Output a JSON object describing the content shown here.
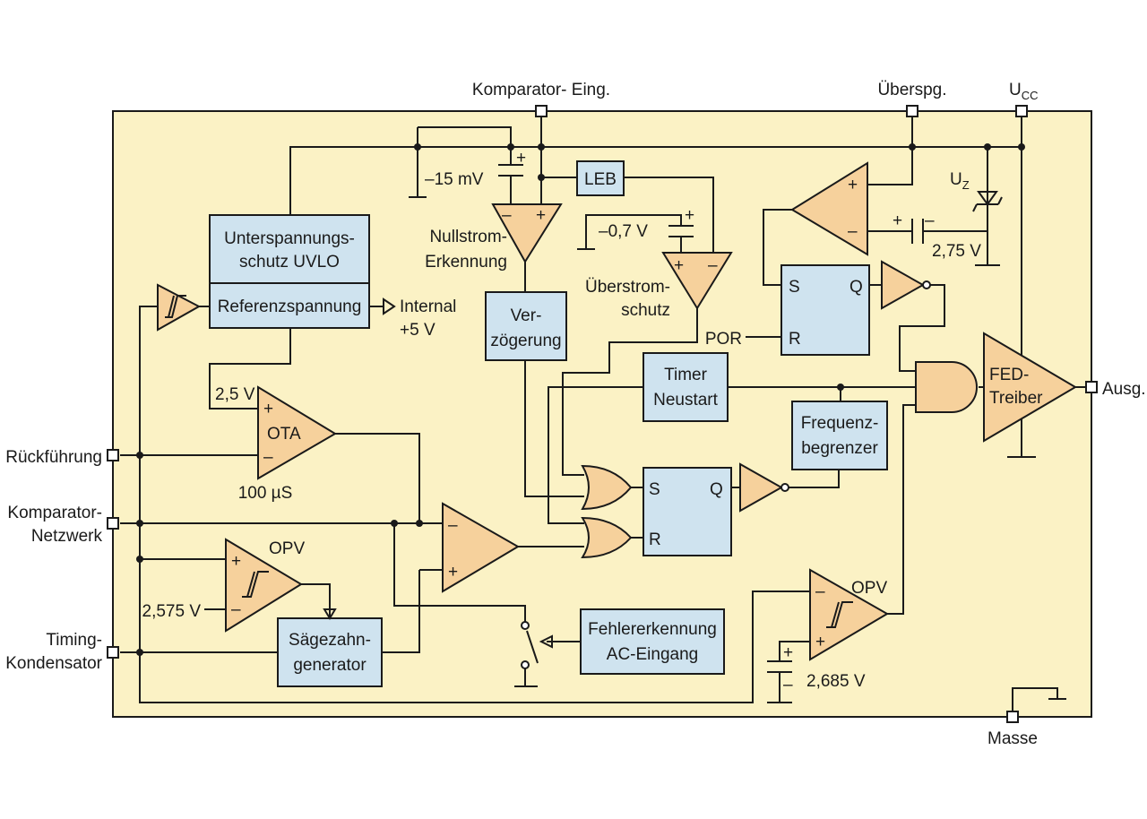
{
  "pins": {
    "comparator_input": "Komparator- Eing.",
    "overvoltage": "Überspg.",
    "ucc_main": "U",
    "ucc_sub": "CC",
    "feedback": "Rückführung",
    "comparator_network_1": "Komparator-",
    "comparator_network_2": "Netzwerk",
    "timing_cap_1": "Timing-",
    "timing_cap_2": "Kondensator",
    "output": "Ausg.",
    "ground": "Masse"
  },
  "blocks": {
    "uvlo_1": "Unterspannungs-",
    "uvlo_2": "schutz UVLO",
    "reference": "Referenzspannung",
    "internal_1": "Internal",
    "internal_2": "+5 V",
    "leb": "LEB",
    "delay_1": "Ver-",
    "delay_2": "zögerung",
    "timer_1": "Timer",
    "timer_2": "Neustart",
    "freq_1": "Frequenz-",
    "freq_2": "begrenzer",
    "sawtooth_1": "Sägezahn-",
    "sawtooth_2": "generator",
    "fault_1": "Fehlererkennung",
    "fault_2": "AC-Eingang",
    "driver_1": "FED-",
    "driver_2": "Treiber",
    "ota": "OTA",
    "ota_gm": "100 µS",
    "opv_left": "OPV",
    "opv_right": "OPV",
    "ff_top_s": "S",
    "ff_top_q": "Q",
    "ff_top_r": "R",
    "por": "POR",
    "ff_mid_s": "S",
    "ff_mid_q": "Q",
    "ff_mid_r": "R"
  },
  "labels": {
    "v_15mv": "–15 mV",
    "zero_current_1": "Nullstrom-",
    "zero_current_2": "Erkennung",
    "v_07": "–0,7 V",
    "overcurrent_1": "Überstrom-",
    "overcurrent_2": "schutz",
    "uz_main": "U",
    "uz_sub": "Z",
    "v_275": "2,75 V",
    "v_25": "2,5 V",
    "v_2575": "2,575 V",
    "v_2685": "2,685 V",
    "plus": "+",
    "minus": "–"
  },
  "colors": {
    "background_panel": "#fbf2c5",
    "block_blue": "#cfe3ef",
    "block_orange": "#f6d19c",
    "line": "#1a1a1a"
  }
}
